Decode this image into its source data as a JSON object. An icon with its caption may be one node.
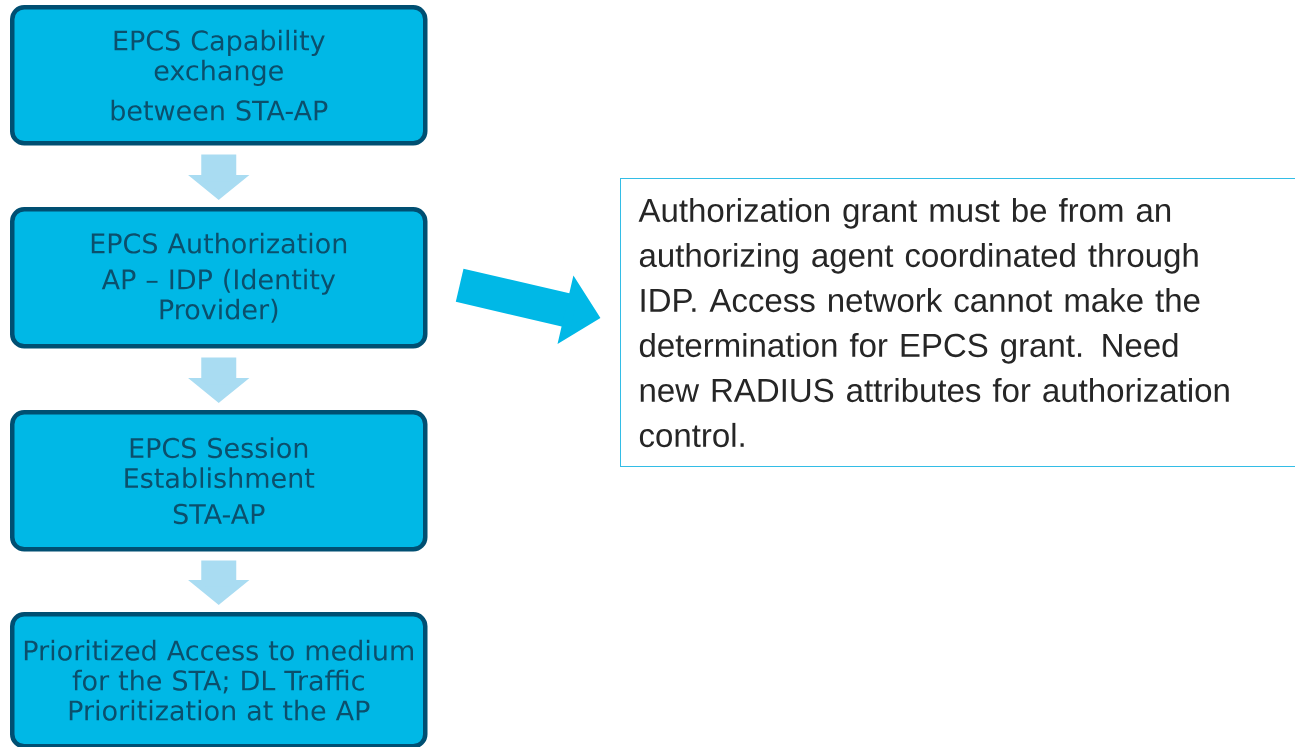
{
  "diagram": {
    "nodes": [
      {
        "text": [
          "EPCS Capability exchange",
          "between STA-AP"
        ]
      },
      {
        "text": [
          "EPCS Authorization",
          "AP – IDP (Identity Provider)"
        ]
      },
      {
        "text": [
          "EPCS Session Establishment",
          "STA-AP"
        ]
      },
      {
        "text": [
          "Prioritized Access to medium for the STA; DL Traffic Prioritization at the AP"
        ]
      },
      {
        "text": [
          "Authorization grant must be from an authorizing agent coordinated through IDP.  Access network cannot make the determination for EPCS grant.  Need new RADIUS attributes for authorization control."
        ]
      }
    ],
    "edges": [
      {
        "from": 0,
        "to": 1,
        "arrow": "to"
      },
      {
        "from": 1,
        "to": 2,
        "arrow": "to"
      },
      {
        "from": 2,
        "to": 3,
        "arrow": "to"
      },
      {
        "from": 1,
        "to": 4,
        "arrow": "to",
        "color": "#00b8e6"
      }
    ]
  }
}
